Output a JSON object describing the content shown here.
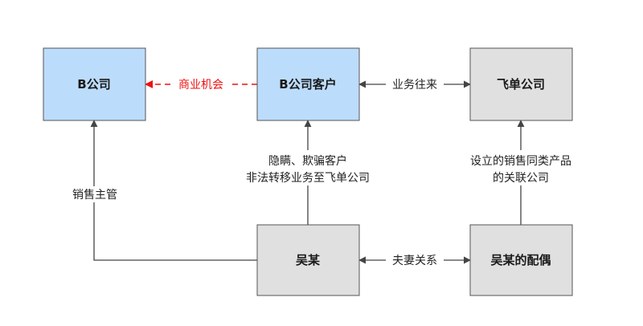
{
  "colors": {
    "company_box_fill": "#bcdcfb",
    "person_box_fill": "#e0e0e0",
    "box_stroke": "#555555",
    "line": "#444444",
    "opportunity_line": "#ee1111"
  },
  "nodes": {
    "b_company": "B公司",
    "b_customer": "B公司客户",
    "feidan_company": "飞单公司",
    "wu": "吴某",
    "wu_spouse": "吴某的配偶"
  },
  "edges": {
    "business_opportunity": "商业机会",
    "business_dealings": "业务往来",
    "couple": "夫妻关系",
    "sales_manager": "销售主管",
    "conceal_line1": "隐瞒、欺骗客户",
    "conceal_line2": "非法转移业务至飞单公司",
    "affiliate_line1": "设立的销售同类产品",
    "affiliate_line2": "的关联公司"
  }
}
